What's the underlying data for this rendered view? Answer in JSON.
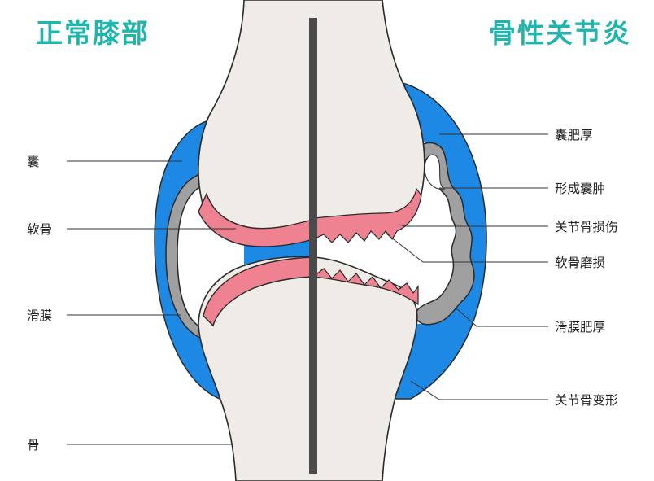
{
  "titles": {
    "left": "正常膝部",
    "right": "骨性关节炎"
  },
  "labels_left": [
    {
      "text": "囊"
    },
    {
      "text": "软骨"
    },
    {
      "text": "滑膜"
    },
    {
      "text": "骨"
    }
  ],
  "labels_right": [
    {
      "text": "囊肥厚"
    },
    {
      "text": "形成囊肿"
    },
    {
      "text": "关节骨损伤"
    },
    {
      "text": "软骨磨损"
    },
    {
      "text": "滑膜肥厚"
    },
    {
      "text": "关节骨变形"
    }
  ],
  "colors": {
    "title": "#1fb5ad",
    "capsule": "#1e88e5",
    "cartilage": "#ee8290",
    "synovium": "#a0a0a0",
    "bone": "#efebe6",
    "divider": "#4a4a4a",
    "outline": "#2a2a2a"
  }
}
